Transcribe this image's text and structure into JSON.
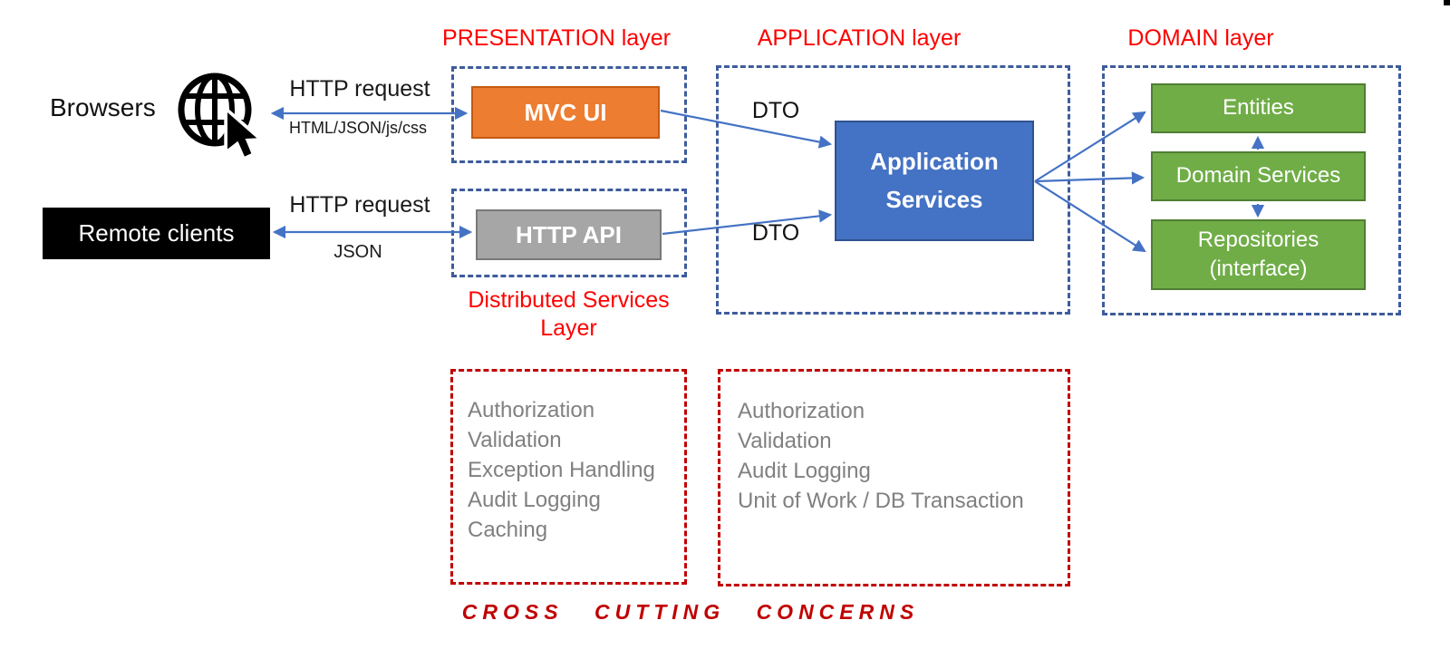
{
  "colors": {
    "arrow_blue": "#4472C4",
    "dashed_blue": "#3E5C9C",
    "dashed_red": "#C00000",
    "label_red": "#FE0000",
    "orange_fill": "#ED7D31",
    "orange_border": "#C55A11",
    "gray_fill": "#A6A6A6",
    "blue_fill": "#4472C4",
    "green_fill": "#70AD47",
    "green_border": "#507E32",
    "list_gray": "#808080"
  },
  "clients": {
    "browsers_label": "Browsers",
    "globe_icon": "globe-with-cursor",
    "browser_arrow_top_label": "HTTP request",
    "browser_arrow_bottom_label": "HTML/JSON/js/css",
    "remote_clients_label": "Remote clients",
    "remote_arrow_top_label": "HTTP request",
    "remote_arrow_bottom_label": "JSON"
  },
  "presentation": {
    "title": "PRESENTATION layer",
    "mvc_box_label": "MVC UI",
    "api_box_label": "HTTP API",
    "distributed_title": "Distributed Services\nLayer"
  },
  "application": {
    "title": "APPLICATION layer",
    "dto_top_label": "DTO",
    "dto_bottom_label": "DTO",
    "services_box_label": "Application\nServices"
  },
  "domain": {
    "title": "DOMAIN layer",
    "boxes": [
      "Entities",
      "Domain Services",
      "Repositories\n(interface)"
    ]
  },
  "cross_cutting": {
    "box1_items": [
      "Authorization",
      "Validation",
      "Exception Handling",
      "Audit Logging",
      "Caching"
    ],
    "box2_items": [
      "Authorization",
      "Validation",
      "Audit Logging",
      "Unit of Work / DB Transaction"
    ],
    "footer": "CROSS CUTTING CONCERNS"
  }
}
